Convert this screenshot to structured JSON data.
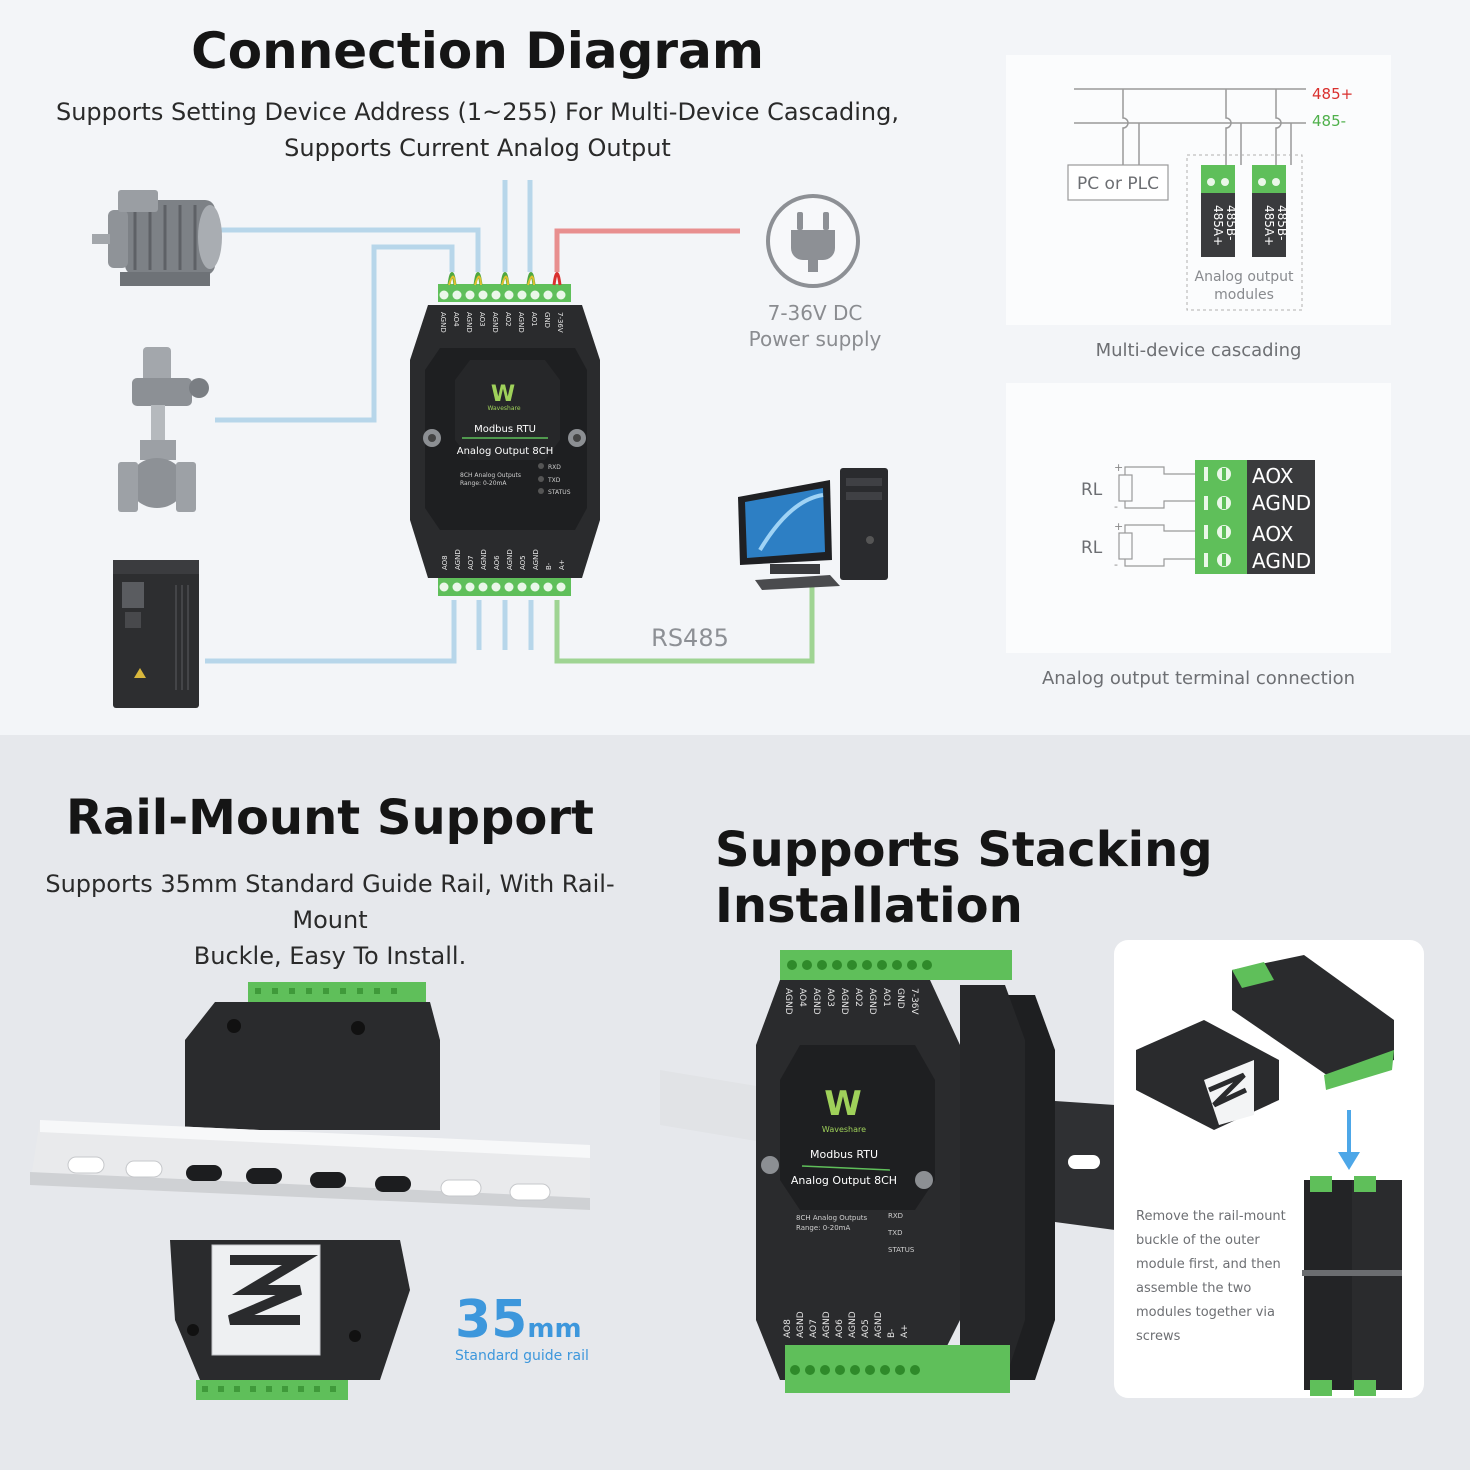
{
  "top": {
    "title": "Connection Diagram",
    "subtitle_line1": "Supports Setting Device Address (1~255) For Multi-Device Cascading,",
    "subtitle_line2": "Supports Current Analog Output",
    "power_line1": "7-36V DC",
    "power_line2": "Power supply",
    "rs485_label": "RS485",
    "module": {
      "brand": "Waveshare",
      "name1": "Modbus RTU",
      "name2": "Analog Output 8CH",
      "spec1": "8CH Analog Outputs",
      "spec2": "Range: 0-20mA",
      "leds": [
        "RXD",
        "TXD",
        "STATUS"
      ],
      "top_pins": [
        "AGND",
        "AO4",
        "AGND",
        "AO3",
        "AGND",
        "AO2",
        "AGND",
        "AO1",
        "GND",
        "7-36V"
      ],
      "bottom_pins": [
        "AO8",
        "AGND",
        "AO7",
        "AGND",
        "AO6",
        "AGND",
        "AO5",
        "AGND",
        "B-",
        "A+"
      ]
    }
  },
  "cascade": {
    "line_plus": "485+",
    "line_minus": "485-",
    "pc_label": "PC or PLC",
    "pin_a": "485A+",
    "pin_b": "485B-",
    "modules_line1": "Analog output",
    "modules_line2": "modules",
    "caption": "Multi-device cascading"
  },
  "terminal": {
    "rl": "RL",
    "plus": "+",
    "minus": "-",
    "rows": [
      "AOX",
      "AGND",
      "AOX",
      "AGND"
    ],
    "caption": "Analog output terminal connection"
  },
  "rail": {
    "title": "Rail-Mount Support",
    "sub1": "Supports 35mm Standard Guide Rail, With Rail-Mount",
    "sub2": "Buckle, Easy To Install.",
    "size_num": "35",
    "size_unit": "mm",
    "size_caption": "Standard guide rail"
  },
  "stack": {
    "title": "Supports Stacking Installation",
    "note": [
      "Remove the rail-mount",
      "buckle of the outer",
      "module first, and then",
      "assemble the two",
      "modules together via",
      "screws"
    ]
  },
  "colors": {
    "blue_line": "#b7d6ea",
    "red_line": "#e88f8f",
    "green_line": "#9fd493",
    "terminal_green": "#5fbf5a",
    "module_black": "#2a2b2d",
    "accent_blue": "#3d97dc"
  }
}
